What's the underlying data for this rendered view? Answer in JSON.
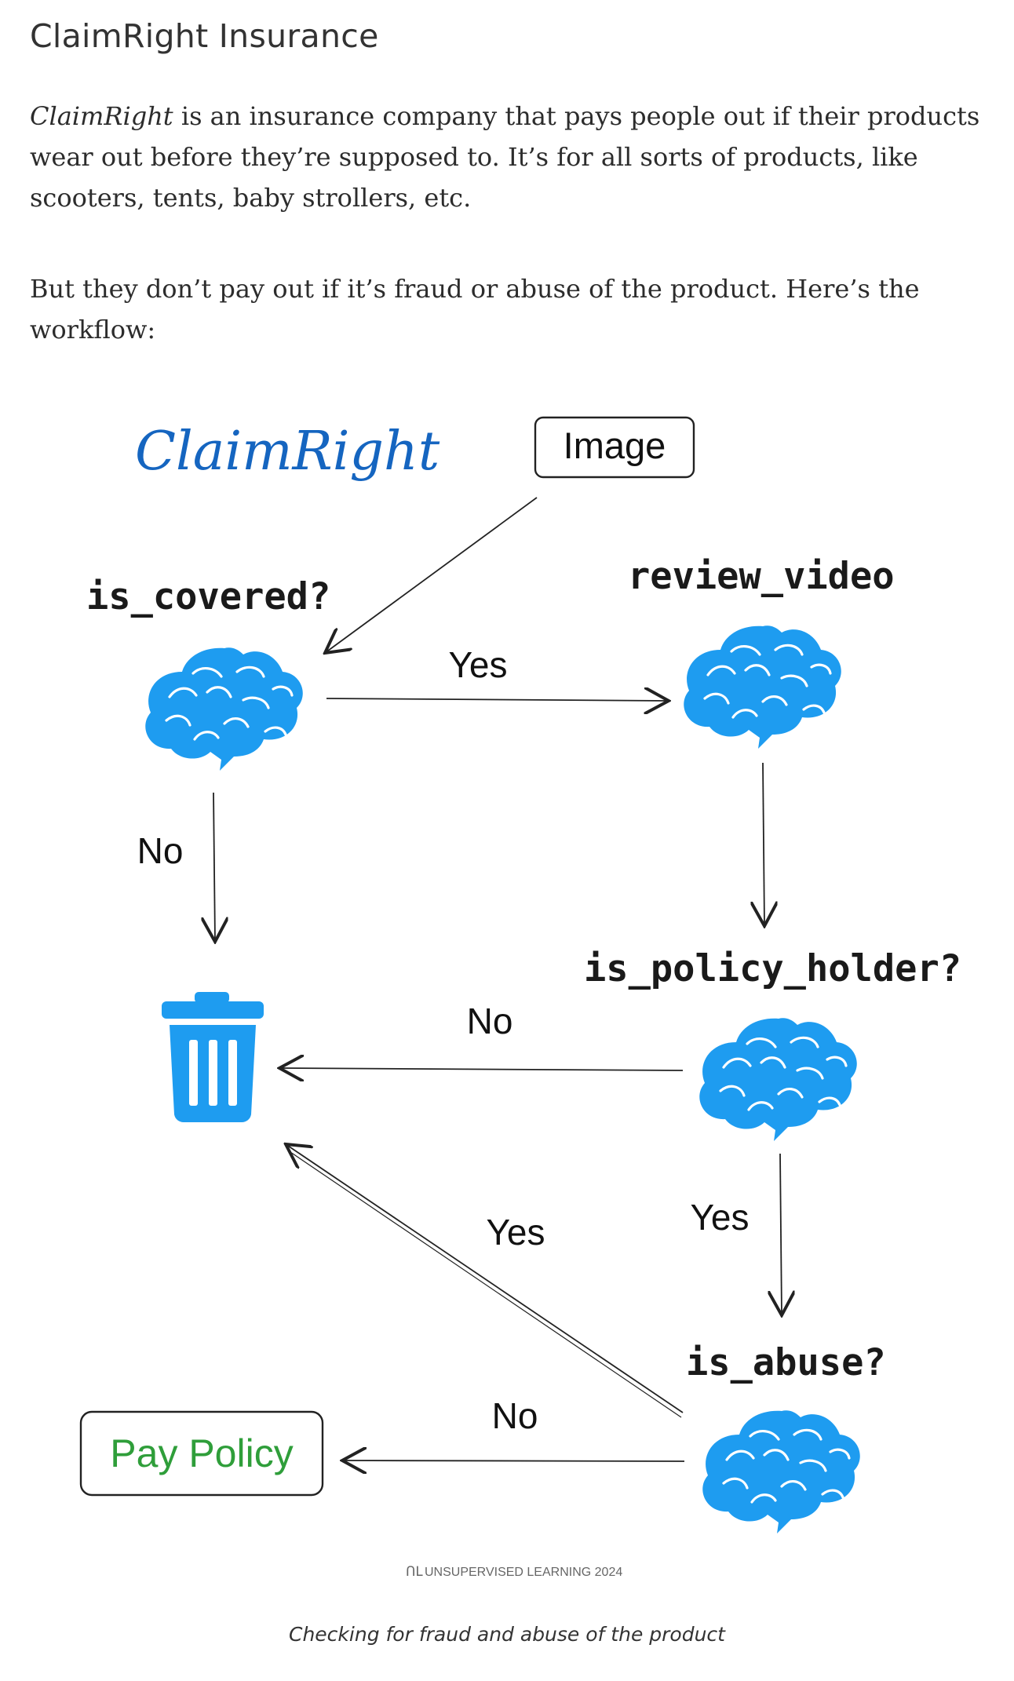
{
  "heading": "ClaimRight Insurance",
  "intro": {
    "company": "ClaimRight",
    "rest": " is an insurance company that pays people out if their products wear out before they’re supposed to. It’s for all sorts of products, like scooters, tents, baby strollers, etc."
  },
  "workflow_text": "But they don’t pay out if it’s fraud or abuse of the product. Here’s the workflow:",
  "diagram": {
    "logo": "ClaimRight",
    "start_node": "Image",
    "nodes": {
      "is_covered": "is_covered?",
      "review_video": "review_video",
      "is_policy_holder": "is_policy_holder?",
      "is_abuse": "is_abuse?"
    },
    "edges": {
      "covered_yes": "Yes",
      "covered_no": "No",
      "policy_no": "No",
      "policy_yes": "Yes",
      "abuse_yes": "Yes",
      "abuse_no": "No"
    },
    "pay_node": "Pay Policy",
    "credit_mark": "ՈԼ",
    "credit": "UNSUPERVISED LEARNING 2024",
    "colors": {
      "brain": "#1e9cf0",
      "trash": "#1e9cf0",
      "logo": "#1565c0",
      "pay": "#2f9e3a"
    }
  },
  "caption": "Checking for fraud and abuse of the product"
}
